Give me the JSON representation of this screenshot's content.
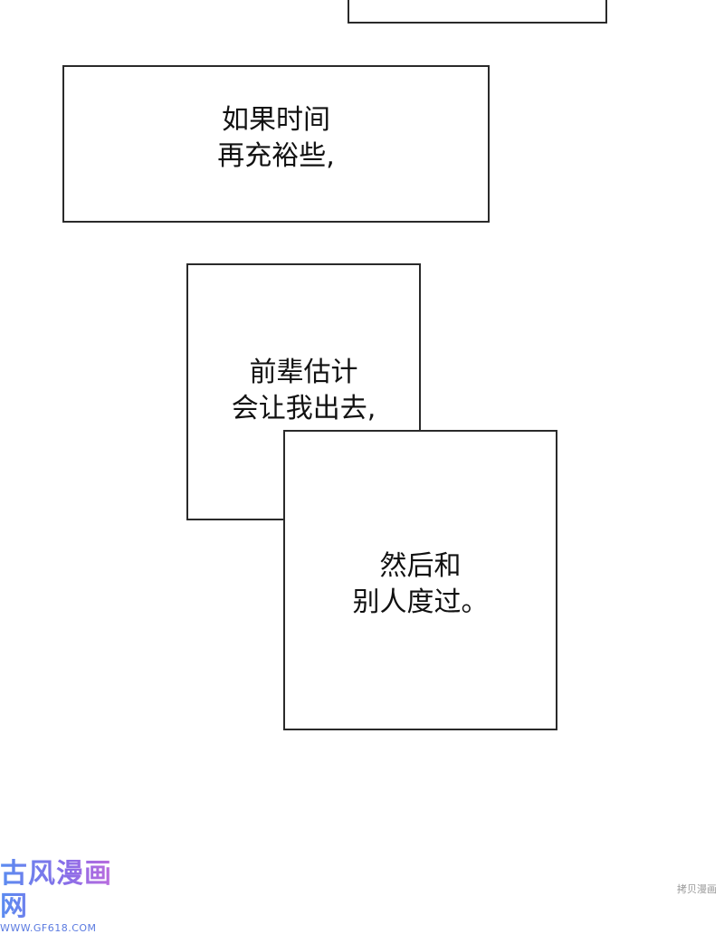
{
  "panel": {
    "box1": {
      "lines": []
    },
    "box2": {
      "lines": [
        "如果时间",
        "再充裕些,"
      ]
    },
    "box3": {
      "lines": [
        "前辈估计",
        "会让我出去,"
      ]
    },
    "box4": {
      "lines": [
        "然后和",
        "别人度过。"
      ]
    }
  },
  "watermark": {
    "title": "古风漫画网",
    "url": "WWW.GF618.COM"
  },
  "credit": "拷贝漫画"
}
